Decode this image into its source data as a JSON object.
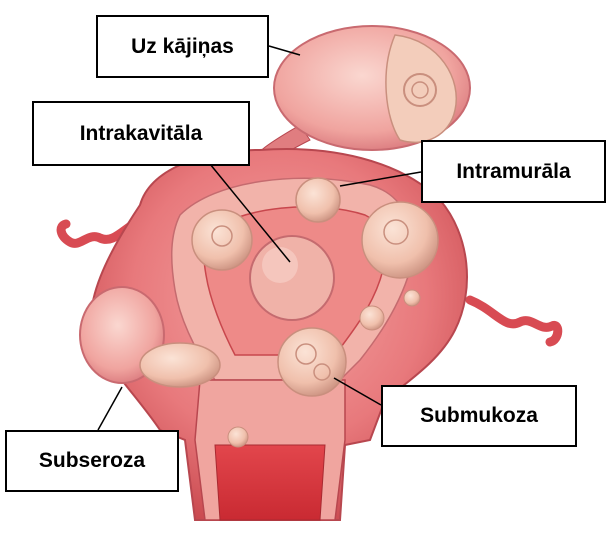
{
  "labels": {
    "pedunculated": "Uz kājiņas",
    "intracavitary": "Intrakavitāla",
    "intramural": "Intramurāla",
    "submucosal": "Submukoza",
    "subserosal": "Subseroza"
  },
  "colors": {
    "tissue": "#e8797c",
    "tissue_dark": "#c8474d",
    "cavity_wall": "#f2b3aa",
    "inner_lining": "#ee8a88",
    "fibroid": "#f3c7b4",
    "fibroid_rim": "#c98f7e",
    "canal": "#d6323a",
    "label_border": "#000000"
  }
}
